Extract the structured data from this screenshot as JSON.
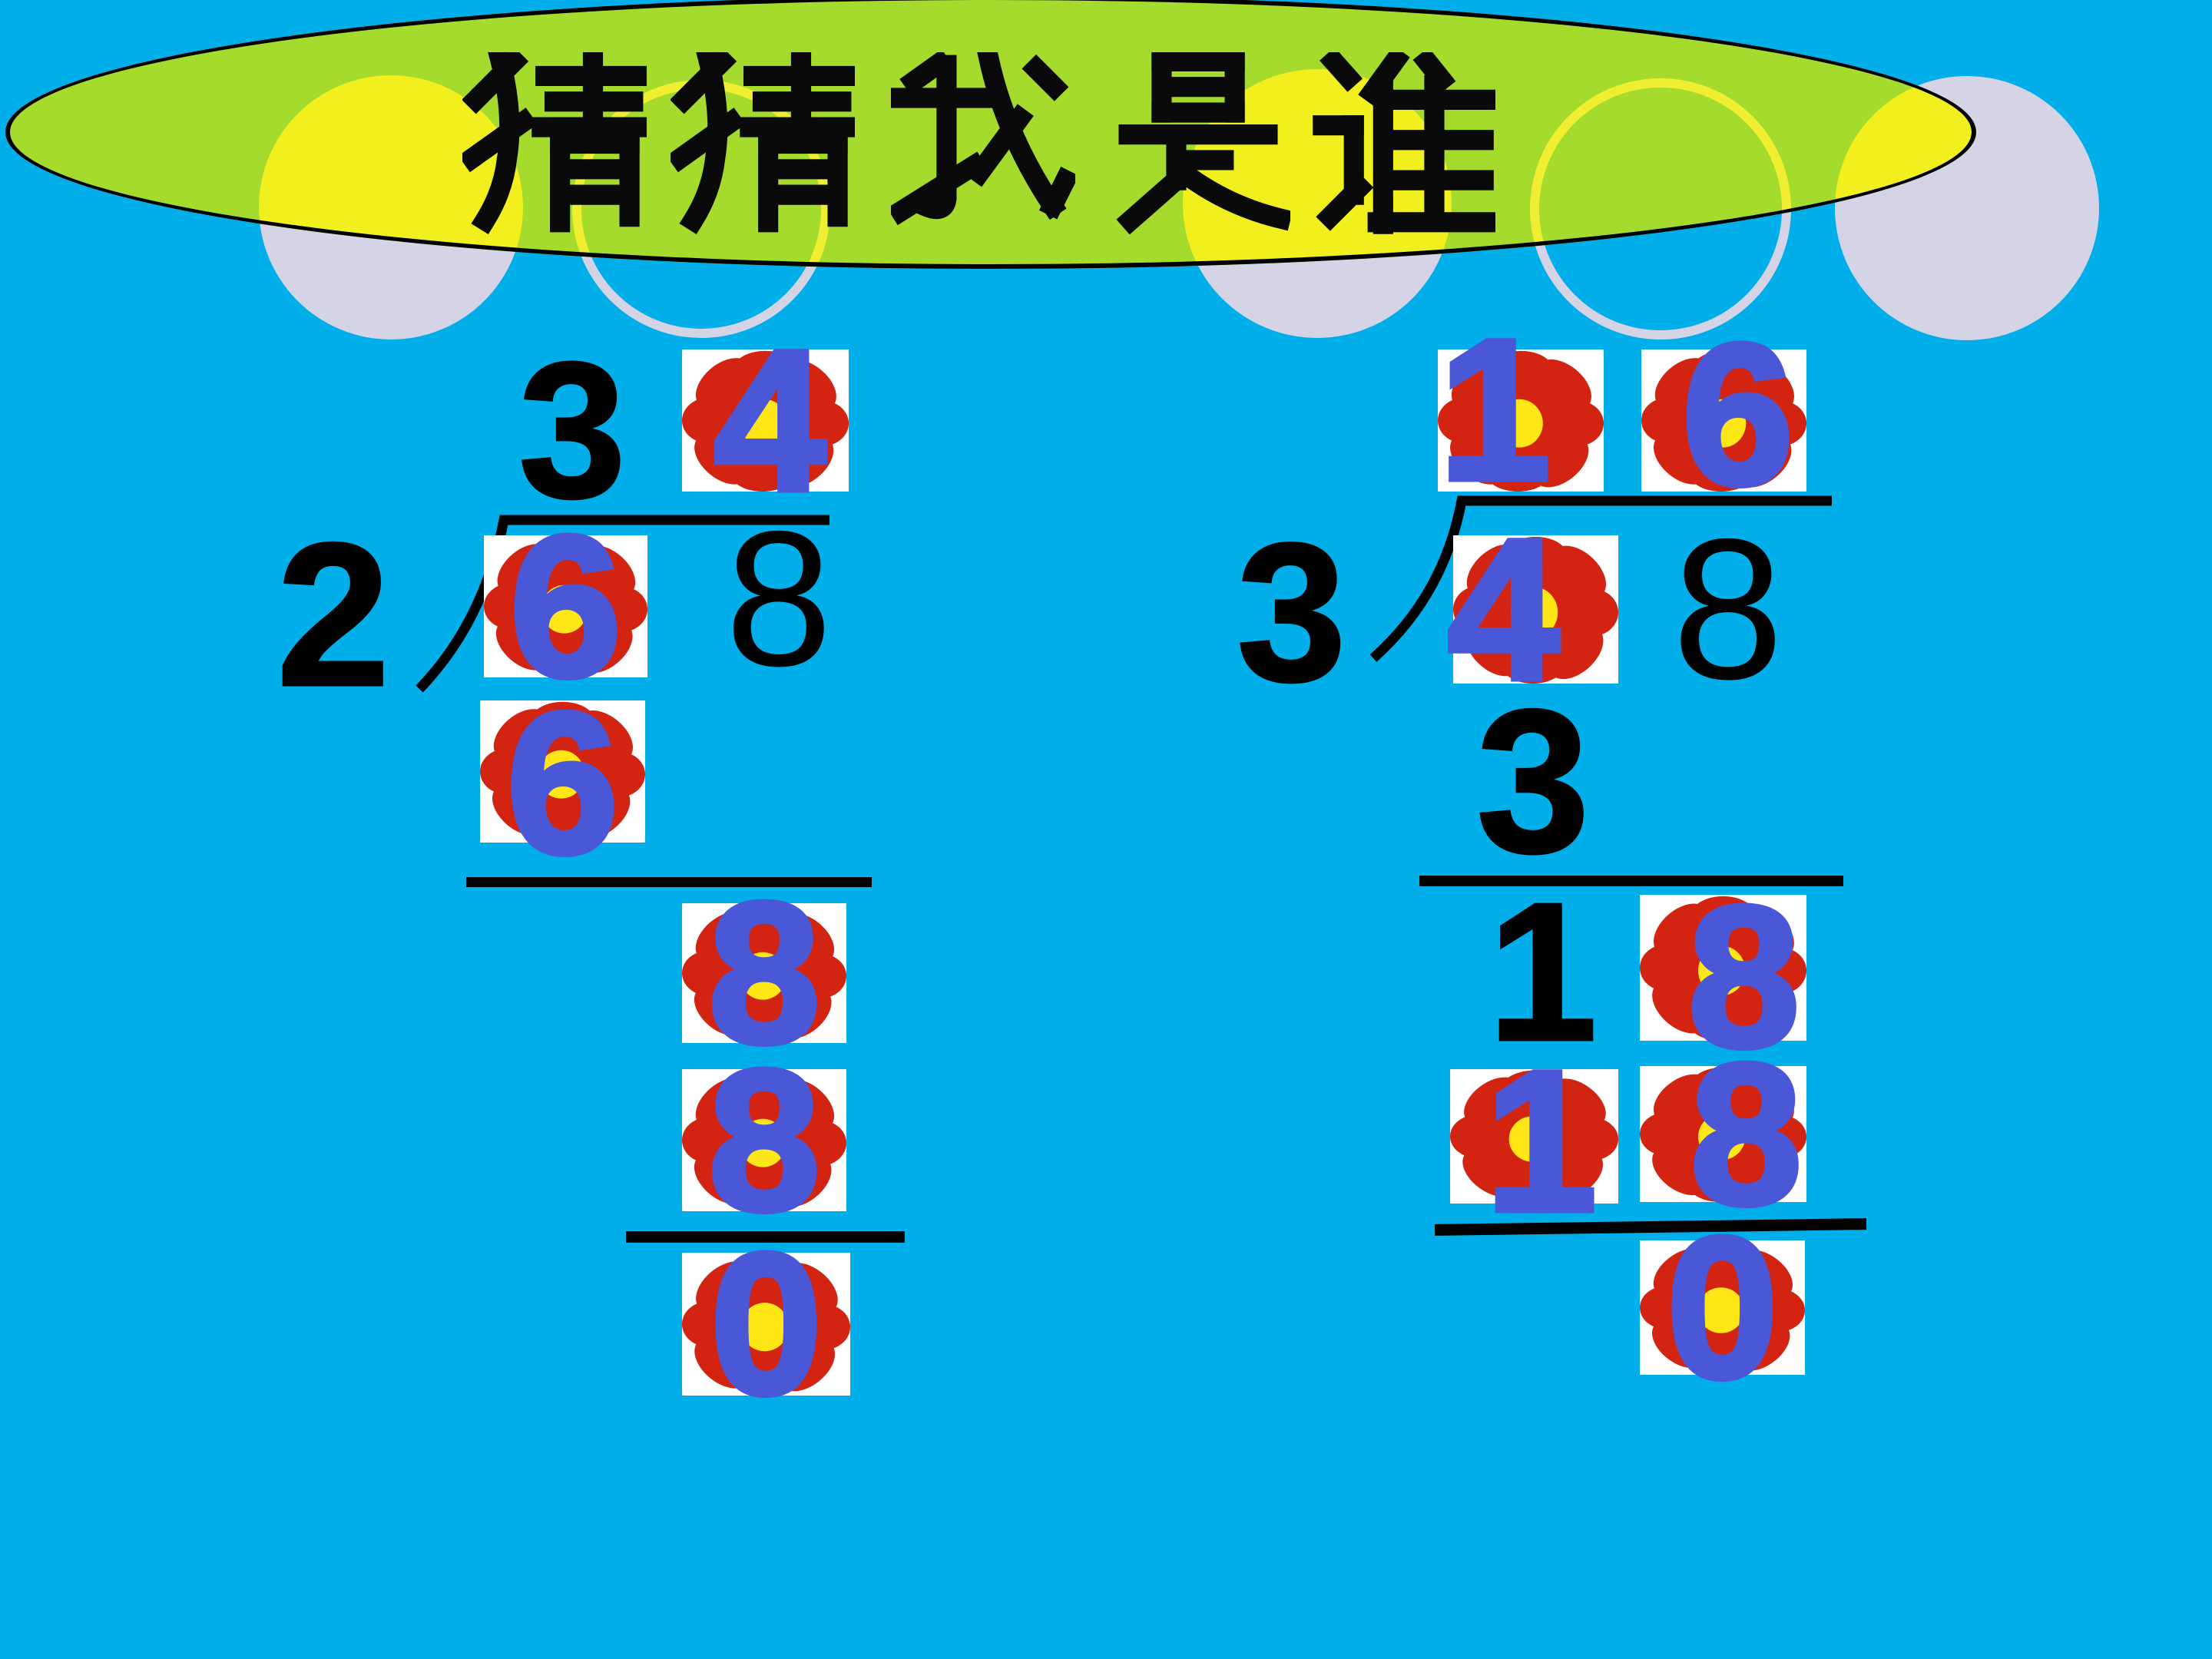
{
  "slide": {
    "title": "猜猜我是谁",
    "background_color": "#00AEEA",
    "banner_color": "#A5DB2D",
    "flower_hidden_digit_color": "#4A58D8"
  },
  "problems": {
    "left": {
      "divisor": "2",
      "quotient": {
        "tens": "3",
        "ones": "4"
      },
      "dividend": {
        "tens": "6",
        "ones": "8"
      },
      "product1": "6",
      "brought_down": "8",
      "product2": "8",
      "remainder": "0"
    },
    "right": {
      "divisor": "3",
      "quotient": {
        "tens": "1",
        "ones": "6"
      },
      "dividend": {
        "tens": "4",
        "ones": "8"
      },
      "product1": "3",
      "difference": "1",
      "brought_down": "8",
      "product2": {
        "tens": "1",
        "ones": "8"
      },
      "remainder": "0"
    }
  }
}
